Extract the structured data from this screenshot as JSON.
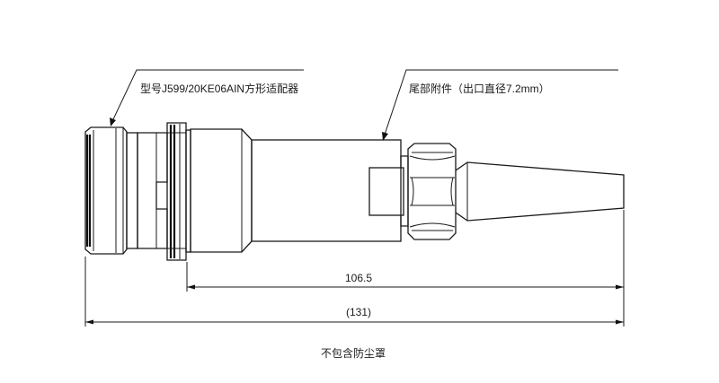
{
  "callouts": {
    "adapter": "型号J599/20KE06AIN方形适配器",
    "tail": "尾部附件（出口直径7.2mm）"
  },
  "dimensions": {
    "inner": "106.5",
    "overall": "(131)"
  },
  "note": "不包含防尘罩"
}
